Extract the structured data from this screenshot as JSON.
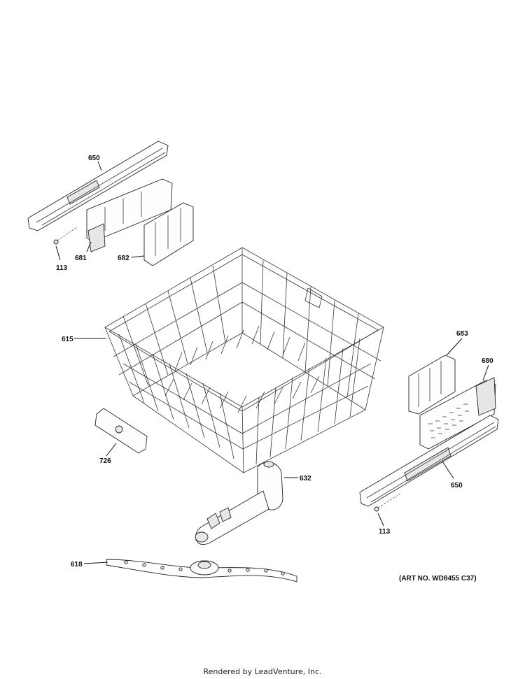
{
  "callouts": {
    "rail_upper": "650",
    "screw_left": "113",
    "clip_681": "681",
    "bracket_682": "682",
    "basket": "615",
    "bracket_683": "683",
    "clip_680": "680",
    "label_726": "726",
    "manifold": "632",
    "rail_lower": "650",
    "screw_right": "113",
    "spray_arm": "618"
  },
  "art_number": "(ART NO. WD8455 C37)",
  "footer": "Rendered by LeadVenture, Inc."
}
